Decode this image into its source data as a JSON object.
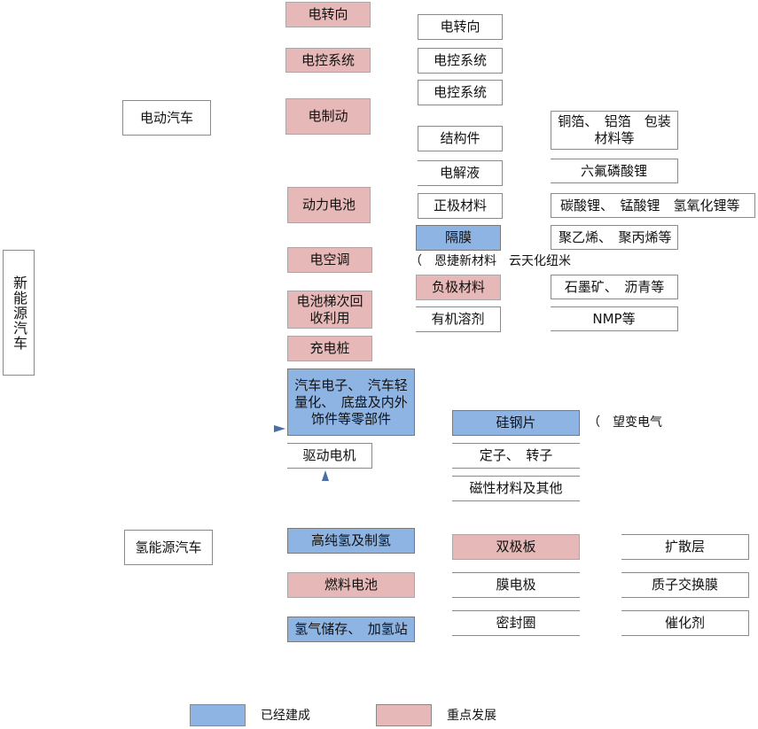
{
  "root": {
    "label": "新能源汽车"
  },
  "ev": {
    "label": "电动汽车",
    "level1": {
      "steering": "电转向",
      "control": "电控系统",
      "braking": "电制动",
      "battery": "动力电池",
      "ac": "电空调",
      "recycle": "电池梯次回\n收利用",
      "charging": "充电桩",
      "electronics": "汽车电子、　汽车轻\n量化、　底盘及内外\n饰件等零部件",
      "motor": "驱动电机"
    },
    "level2": {
      "steering": "电转向",
      "control": "电控系统",
      "control2": "电控系统",
      "structure": "结构件",
      "electrolyte": "电解液",
      "cathode": "正极材料",
      "separator": "隔膜",
      "separator_note": "（　恩捷新材料　云天化纽米",
      "anode": "负极材料",
      "solvent": "有机溶剂"
    },
    "level3": {
      "foil": "铜箔、　铝箔　包装\n材料等",
      "lipf6": "六氟磷酸锂",
      "cathode_materials": "碳酸锂、　锰酸锂　氢氧化锂等",
      "separator_materials": "聚乙烯、　聚丙烯等",
      "anode_materials": "石墨矿、　沥青等",
      "nmp": "NMP等"
    },
    "motor_parts": {
      "silicon_steel": "硅钢片",
      "silicon_note": "（　望变电气",
      "stator_rotor": "定子、　转子",
      "magnetic": "磁性材料及其他"
    }
  },
  "hydrogen": {
    "label": "氢能源汽车",
    "level1": {
      "production": "高纯氢及制氢",
      "fuel_cell": "燃料电池",
      "storage": "氢气储存、　加氢站"
    },
    "level2": {
      "bipolar": "双极板",
      "electrode": "膜电极",
      "seal": "密封圈"
    },
    "level3": {
      "diffusion": "扩散层",
      "pem": "质子交换膜",
      "catalyst": "催化剂"
    }
  },
  "legend": {
    "built": "已经建成",
    "focus": "重点发展",
    "built_color": "#8eb4e3",
    "focus_color": "#e6b8b7"
  }
}
